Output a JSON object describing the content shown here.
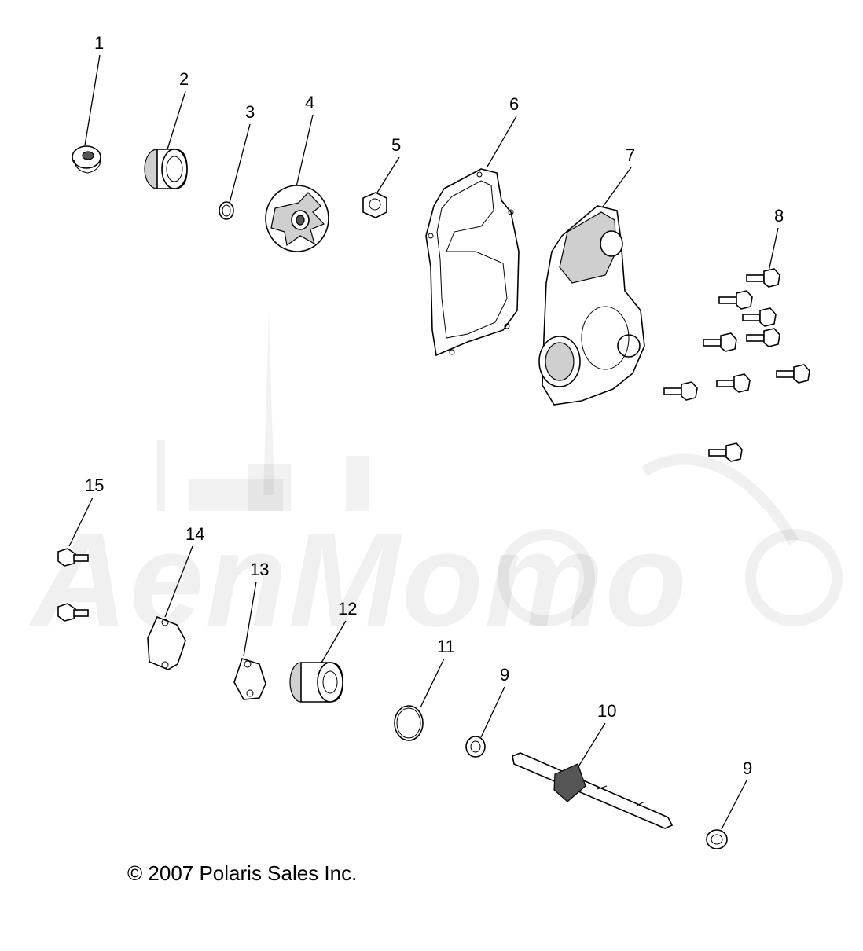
{
  "watermark": {
    "text": "AenMomo"
  },
  "callouts": [
    "1",
    "2",
    "3",
    "4",
    "5",
    "6",
    "7",
    "8",
    "9",
    "10",
    "11",
    "9",
    "12",
    "13",
    "14",
    "15"
  ],
  "copyright": {
    "symbol": "©",
    "text": "2007 Polaris Sales Inc."
  },
  "colors": {
    "line": "#000000",
    "fill": "#ffffff",
    "shade": "#cfcfcf",
    "watermark": "#0000000f"
  }
}
